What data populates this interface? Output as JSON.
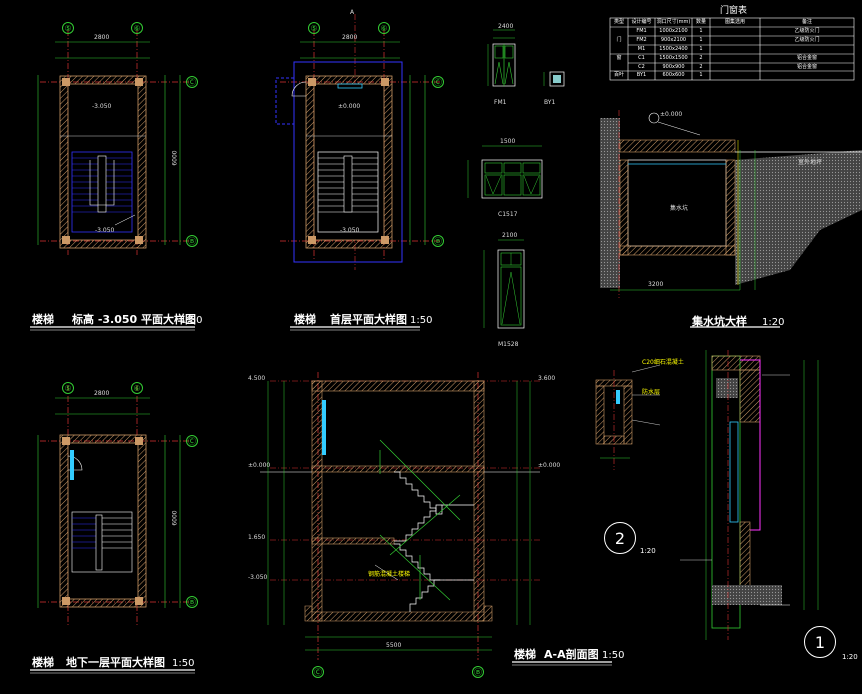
{
  "titles": {
    "plan_minus3050": {
      "prefix": "楼梯",
      "main": "标高 -3.050  平面大样图",
      "scale": "1:50"
    },
    "plan_top": {
      "prefix": "楼梯",
      "main": "首层平面大样图",
      "scale": "1:50"
    },
    "plan_basement": {
      "prefix": "楼梯",
      "main": "地下一层平面大样图",
      "scale": "1:50"
    },
    "section_aa": {
      "prefix": "楼梯",
      "main": "A-A剖面图",
      "scale": "1:50"
    },
    "wall_detail": {
      "main": "集水坑大样",
      "scale": "1:20"
    },
    "detail_2": {
      "num": "2",
      "scale": "1:20"
    },
    "detail_1": {
      "num": "1",
      "scale": "1:20"
    }
  },
  "axes": {
    "p1_top": [
      "⑤",
      "⑥"
    ],
    "p1_side": [
      "Ⓒ",
      "Ⓑ"
    ],
    "p2_top": [
      "⑤",
      "⑥"
    ],
    "p2_side": [
      "Ⓒ",
      "Ⓑ"
    ],
    "p3_top": [
      "⑤",
      "⑥"
    ],
    "p3_side": [
      "Ⓒ",
      "Ⓑ"
    ],
    "sec_bottom": [
      "Ⓒ",
      "Ⓑ"
    ],
    "cut_mark": "A"
  },
  "door_table": {
    "title": "门窗表",
    "headers": [
      "类型",
      "设计编号",
      "洞口尺寸(mm)",
      "数量",
      "图集选用",
      "备注"
    ],
    "rows": [
      [
        "",
        "FM1",
        "1000x2100",
        "1",
        "",
        "乙级防火门"
      ],
      [
        "门",
        "FM2",
        "900x2100",
        "1",
        "",
        "乙级防火门"
      ],
      [
        "",
        "M1",
        "1500x2400",
        "1",
        "",
        ""
      ],
      [
        "窗",
        "C1",
        "1500x1500",
        "2",
        "",
        "铝合金窗"
      ],
      [
        "",
        "C2",
        "900x900",
        "2",
        "",
        "铝合金窗"
      ],
      [
        "百叶",
        "BY1",
        "600x600",
        "1",
        "",
        ""
      ]
    ]
  },
  "window_labels": {
    "w1": "FM1",
    "w2": "BY1",
    "w3": "C1517",
    "w4": "M1528"
  },
  "dims": {
    "width_2800": "2800",
    "width_2400": "2400",
    "width_5500": "5500",
    "width_3200": "3200",
    "height_6000": "6000",
    "height_1500": "1500",
    "height_2100": "2100",
    "room_area": "-3.050",
    "elev_pm": "±0.000",
    "elev_m3050": "-3.050",
    "elev_top": "3.600",
    "elev_mid": "1.650",
    "elev_4500": "4.500",
    "pit_label": "集水坑",
    "road_label": "室外地坪"
  },
  "section_notes": {
    "note_a": "C20细石混凝土",
    "note_b": "防水层",
    "note_c": "钢筋混凝土楼梯"
  }
}
